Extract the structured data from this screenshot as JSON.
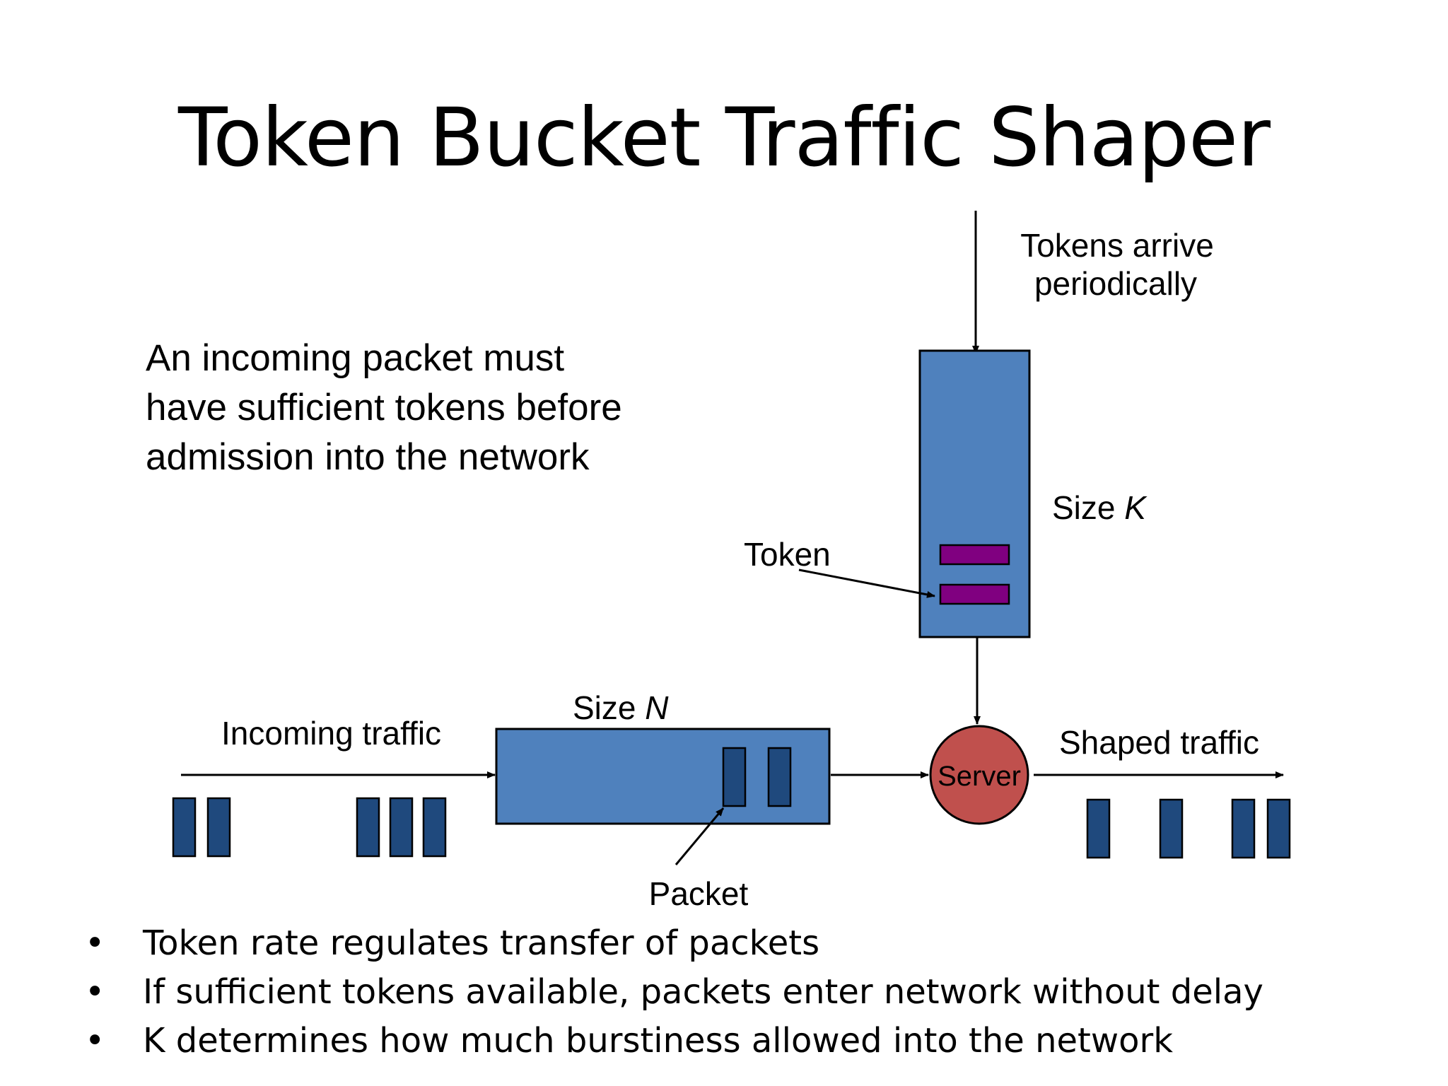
{
  "title": "Token Bucket Traffic Shaper",
  "intro_text": "An incoming packet must have sufficient tokens before admission into the network",
  "diagram": {
    "tokens_arrive_line1": "Tokens arrive",
    "tokens_arrive_line2": "periodically",
    "bucket_size_prefix": "Size ",
    "bucket_size_var": "K",
    "token_label": "Token",
    "queue_size_prefix": "Size ",
    "queue_size_var": "N",
    "incoming_label": "Incoming traffic",
    "server_label": "Server",
    "shaped_label": "Shaped traffic",
    "packet_label": "Packet"
  },
  "bullets": [
    "Token rate regulates transfer of packets",
    "If sufficient tokens available, packets enter network without delay",
    "K determines how much burstiness allowed into the network"
  ],
  "bullet_symbol": "•",
  "colors": {
    "box_fill": "#4f81bd",
    "packet_fill": "#1f497d",
    "token_fill": "#800080",
    "server_fill": "#c0504d"
  }
}
